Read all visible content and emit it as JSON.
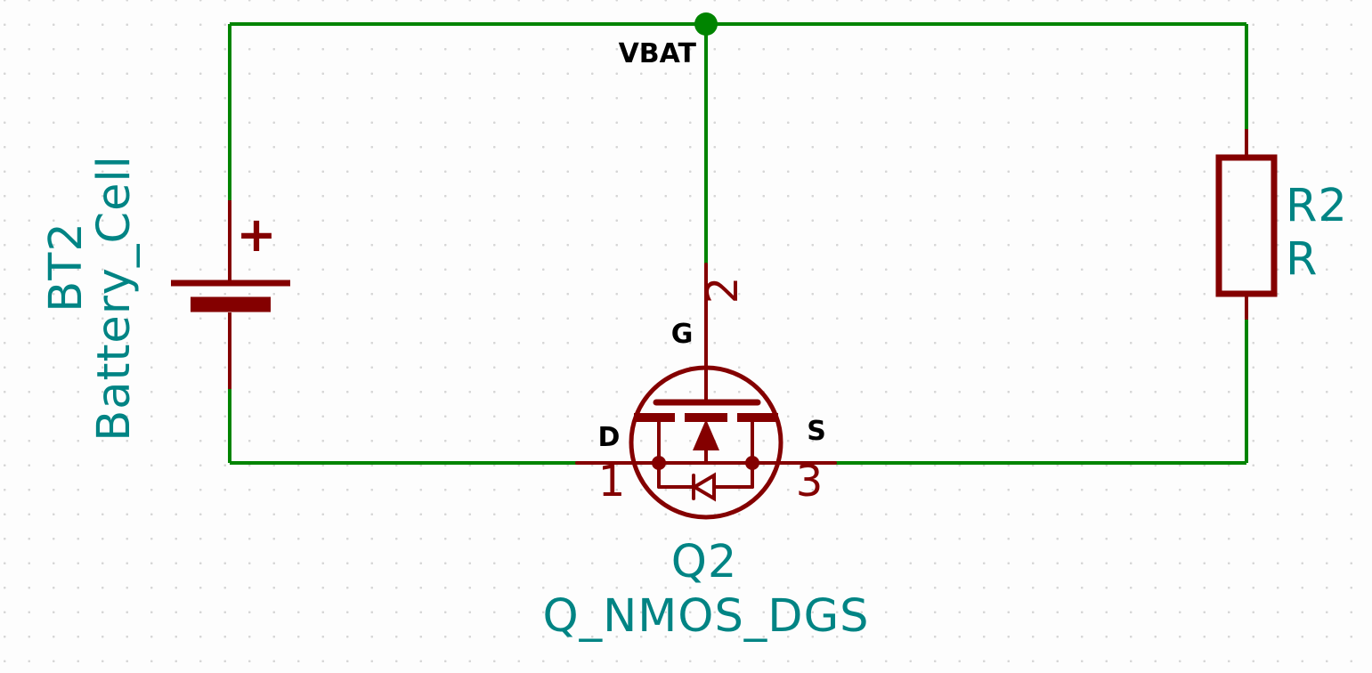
{
  "schematic": {
    "colors": {
      "wire": "#008400",
      "junction": "#008400",
      "symbol": "#840000",
      "field_text": "#008484",
      "pin_name_text": "#000000",
      "pin_number_text": "#840000",
      "background": "#fdfdfd",
      "grid_dot": "#d6d6d6"
    },
    "net_labels": {
      "vbat": "VBAT"
    },
    "components": {
      "battery": {
        "reference": "BT2",
        "value": "Battery_Cell",
        "polarity_mark": "+"
      },
      "mosfet": {
        "reference": "Q2",
        "value": "Q_NMOS_DGS",
        "pins": [
          {
            "name": "D",
            "number": "1"
          },
          {
            "name": "G",
            "number": "2"
          },
          {
            "name": "S",
            "number": "3"
          }
        ]
      },
      "resistor": {
        "reference": "R2",
        "value": "R"
      }
    }
  }
}
